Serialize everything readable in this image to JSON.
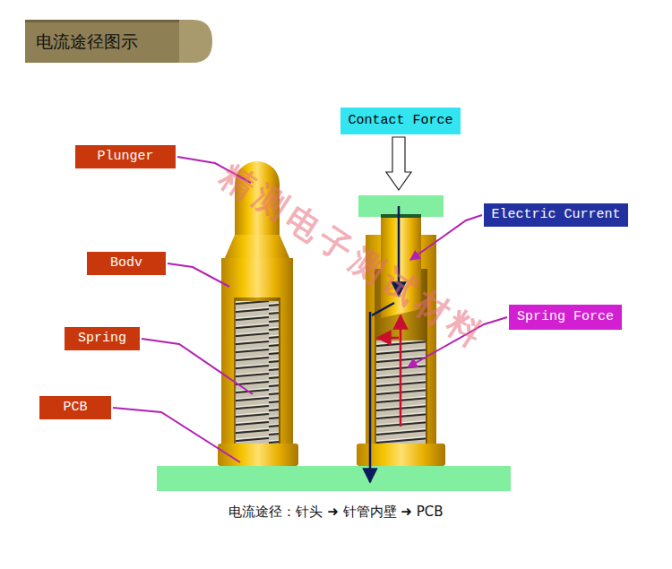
{
  "diagram": {
    "title": "电流途径图示",
    "caption": "电流途径：针头 ➜ 针管内壁 ➜ PCB",
    "nodes": [
      {
        "text": [
          "Contact Force"
        ]
      },
      {
        "text": [
          "Plunger"
        ]
      },
      {
        "text": [
          "Electric Current"
        ]
      },
      {
        "text": [
          "Bodv"
        ]
      },
      {
        "text": [
          "Spring Force"
        ]
      },
      {
        "text": [
          "Spring"
        ]
      },
      {
        "text": [
          "PCB"
        ]
      }
    ],
    "labels": [
      "精测电子测试材料"
    ]
  }
}
